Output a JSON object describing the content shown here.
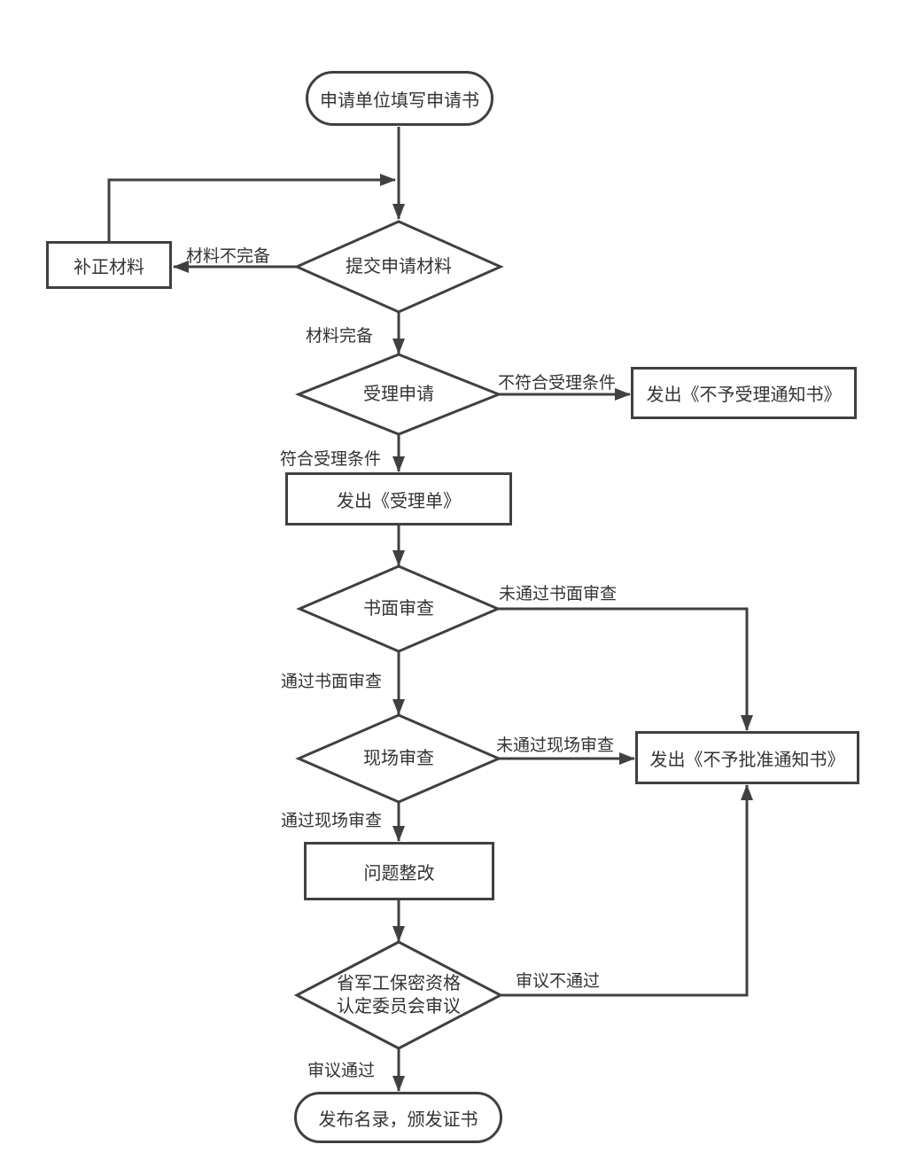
{
  "diagram": {
    "background": "#ffffff",
    "stroke_color": "#404040",
    "text_color": "#333333",
    "nodes": {
      "start": {
        "type": "terminator",
        "label": "申请单位填写申请书"
      },
      "correct_materials": {
        "type": "process",
        "label": "补正材料"
      },
      "submit_materials": {
        "type": "decision",
        "label": "提交申请材料"
      },
      "accept_application": {
        "type": "decision",
        "label": "受理申请"
      },
      "notice_not_accepted": {
        "type": "process",
        "label": "发出《不予受理通知书》"
      },
      "issue_acceptance": {
        "type": "process",
        "label": "发出《受理单》"
      },
      "written_review": {
        "type": "decision",
        "label": "书面审查"
      },
      "onsite_review": {
        "type": "decision",
        "label": "现场审查"
      },
      "notice_not_approved": {
        "type": "process",
        "label": "发出《不予批准通知书》"
      },
      "rectification": {
        "type": "process",
        "label": "问题整改"
      },
      "committee_review": {
        "type": "decision",
        "label": "省军工保密资格\n认定委员会审议"
      },
      "end": {
        "type": "terminator",
        "label": "发布名录，颁发证书"
      }
    },
    "edge_labels": {
      "materials_incomplete": "材料不完备",
      "materials_complete": "材料完备",
      "conditions_not_met": "不符合受理条件",
      "conditions_met": "符合受理条件",
      "written_failed": "未通过书面审查",
      "written_passed": "通过书面审查",
      "onsite_failed": "未通过现场审查",
      "onsite_passed": "通过现场审查",
      "review_failed": "审议不通过",
      "review_passed": "审议通过"
    }
  }
}
